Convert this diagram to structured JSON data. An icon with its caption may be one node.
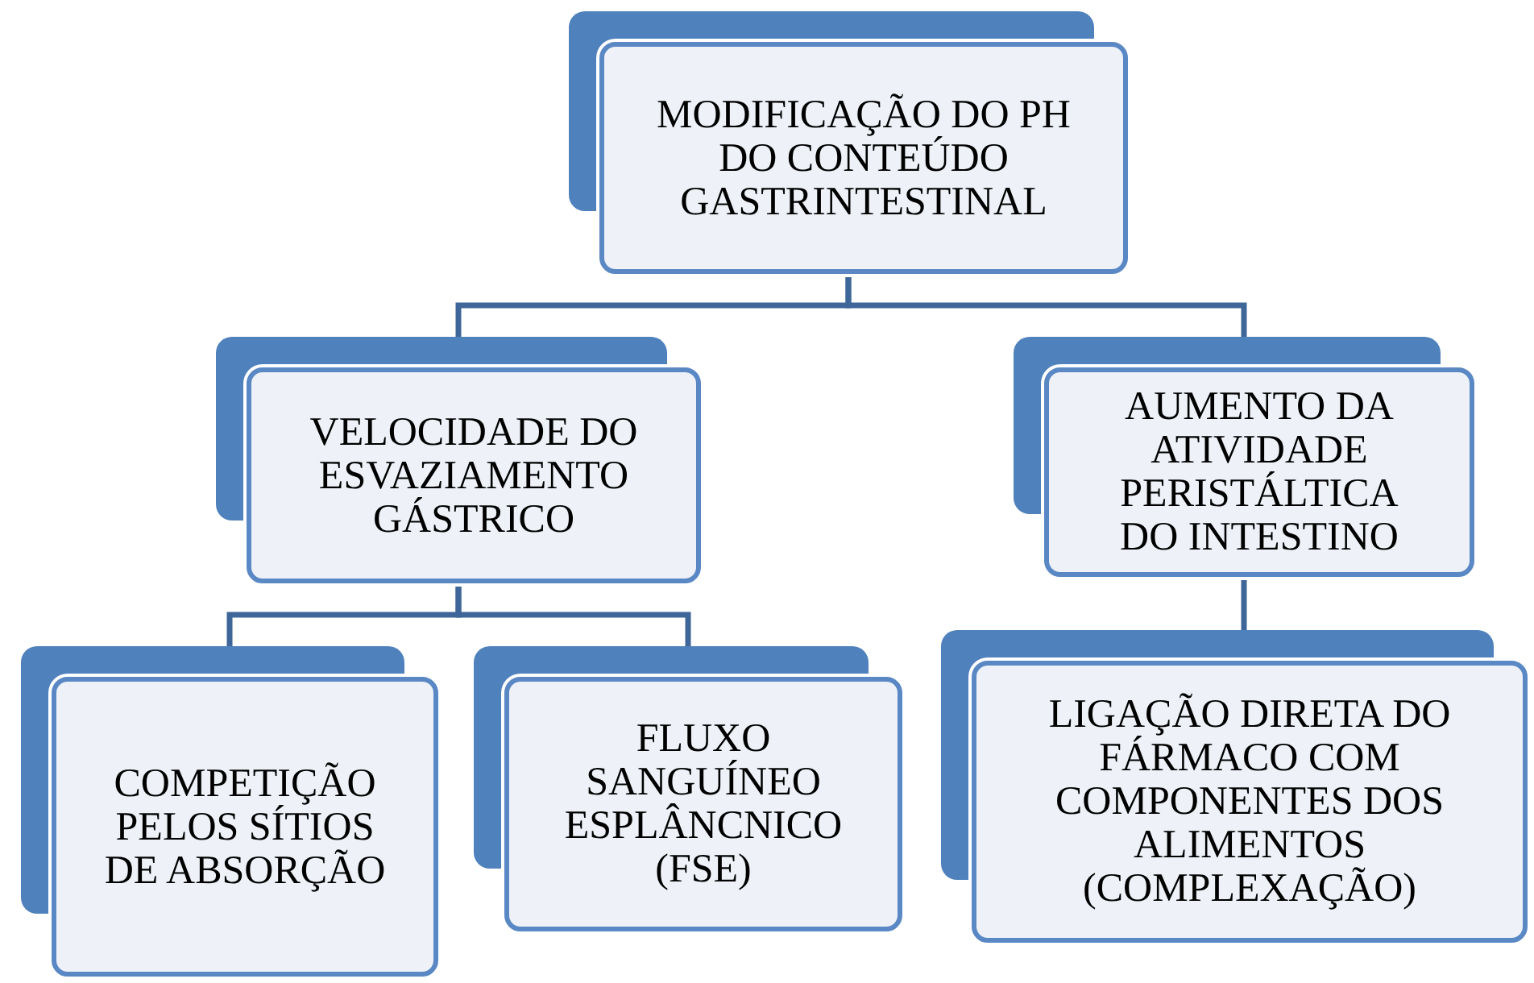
{
  "diagram": {
    "nodes": [
      {
        "text": [
          "MODIFICAÇÃO DO PH DO CONTEÚDO GASTRINTESTINAL"
        ]
      },
      {
        "text": [
          "VELOCIDADE DO ESVAZIAMENTO GÁSTRICO"
        ]
      },
      {
        "text": [
          "AUMENTO DA ATIVIDADE PERISTÁLTICA DO INTESTINO"
        ]
      },
      {
        "text": [
          "COMPETIÇÃO PELOS SÍTIOS DE ABSORÇÃO"
        ]
      },
      {
        "text": [
          "FLUXO SANGUÍNEO ESPLÂNCNICO (FSE)"
        ]
      },
      {
        "text": [
          "LIGAÇÃO DIRETA DO FÁRMACO COM COMPONENTES DOS ALIMENTOS (COMPLEXAÇÃO)"
        ]
      }
    ],
    "edges": [
      {
        "from": 0,
        "to": 1,
        "arrow": "none"
      },
      {
        "from": 0,
        "to": 2,
        "arrow": "none"
      },
      {
        "from": 1,
        "to": 3,
        "arrow": "none"
      },
      {
        "from": 1,
        "to": 4,
        "arrow": "none"
      },
      {
        "from": 2,
        "to": 5,
        "arrow": "none"
      }
    ]
  }
}
